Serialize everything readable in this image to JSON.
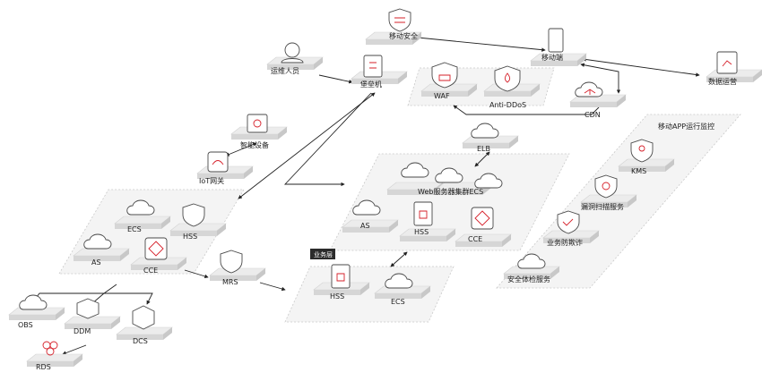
{
  "nodes": {
    "mobile_security": "移动安全",
    "mobile_client": "移动端",
    "data_ops": "数据运营",
    "ops_staff": "运维人员",
    "bastion": "堡垒机",
    "waf": "WAF",
    "anti_ddos": "Anti-DDoS",
    "cdn": "CDN",
    "elb": "ELB",
    "smart_device": "智能设备",
    "iot_gateway": "IoT网关",
    "web_cluster": "Web服务器集群ECS",
    "as_web": "AS",
    "hss_web": "HSS",
    "cce_web": "CCE",
    "ecs_left": "ECS",
    "hss_left": "HSS",
    "as_left": "AS",
    "cce_left": "CCE",
    "mrs": "MRS",
    "biz_layer": "业务层",
    "hss_biz": "HSS",
    "ecs_biz": "ECS",
    "obs": "OBS",
    "ddm": "DDM",
    "dcs": "DCS",
    "rds": "RDS",
    "app_monitor": "移动APP运行监控",
    "kms": "KMS",
    "vuln_scan": "漏洞扫描服务",
    "anti_fraud": "业务防欺诈",
    "security_check": "安全体检服务"
  },
  "icons": [
    "shield-icon",
    "phone-icon",
    "chart-icon",
    "person-icon",
    "server-icon",
    "waf-shield-icon",
    "drop-shield-icon",
    "cdn-cloud-icon",
    "elb-cloud-icon",
    "device-icon",
    "iot-cloud-icon",
    "cloud-icon",
    "key-shield-icon",
    "radar-shield-icon",
    "check-shield-icon",
    "car-cloud-icon",
    "hexagon-icon",
    "cube-icon"
  ],
  "colors": {
    "accent": "#d6202a",
    "zone": "#f4f4f4",
    "tile": "#ececec"
  }
}
